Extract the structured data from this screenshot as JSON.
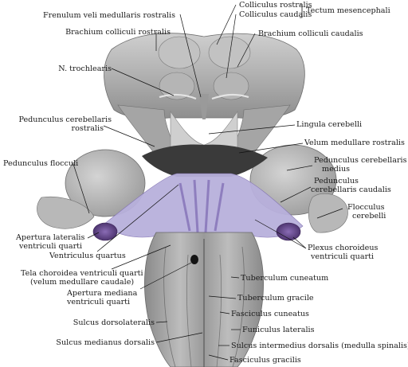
{
  "colors": {
    "tissue_light": "#c9c9c9",
    "tissue_mid": "#a9a9a9",
    "tissue_dark": "#7d7d7d",
    "cavity": "#3a3a3a",
    "tela": "#b8b0dc",
    "plexus": "#6c4f94",
    "leader": "#111111",
    "text": "#1a1a1a"
  },
  "labels": {
    "colliculus_rostralis": "Colliculus rostralis",
    "colliculus_caudalis": "Colliculus caudalis",
    "tectum_mesencephali": "Tectum mesencephali",
    "frenulum_veli": "Frenulum veli medullaris rostralis",
    "brachium_rostralis": "Brachium colliculi rostralis",
    "brachium_caudalis": "Brachium colliculi caudalis",
    "n_trochlearis": "N. trochlearis",
    "pedunculus_rostralis_1": "Pedunculus  cerebellaris",
    "pedunculus_rostralis_2": "rostralis",
    "lingula": "Lingula cerebelli",
    "velum_rostrale": "Velum medullare rostralis",
    "pedunculus_flocculi": "Pedunculus flocculi",
    "pedunculus_medius_1": "Pedunculus cerebellaris",
    "pedunculus_medius_2": "medius",
    "pedunculus_caudalis_1": "Pedunculus",
    "pedunculus_caudalis_2": "cerebellaris caudalis",
    "flocculus_1": "Flocculus",
    "flocculus_2": "cerebelli",
    "apertura_lateralis_1": "Apertura lateralis",
    "apertura_lateralis_2": "ventriculi quarti",
    "plexus_1": "Plexus  choroideus",
    "plexus_2": "ventriculi quarti",
    "ventriculus_quartus": "Ventriculus quartus",
    "tela_1": "Tela choroidea ventriculi quarti",
    "tela_2": "(velum medullare caudale)",
    "tuberculum_cuneatum": "Tuberculum cuneatum",
    "apertura_mediana_1": "Apertura mediana",
    "apertura_mediana_2": "ventriculi quarti",
    "tuberculum_gracile": "Tuberculum gracile",
    "fasciculus_cuneatus": "Fasciculus cuneatus",
    "sulcus_dorsolateralis": "Sulcus dorsolateralis",
    "funiculus_lateralis": "Funiculus lateralis",
    "sulcus_medianus": "Sulcus medianus dorsalis",
    "sulcus_intermedius": "Sulcus intermedius dorsalis (medulla spinalis)",
    "fasciculus_gracilis": "Fasciculus gracilis"
  }
}
